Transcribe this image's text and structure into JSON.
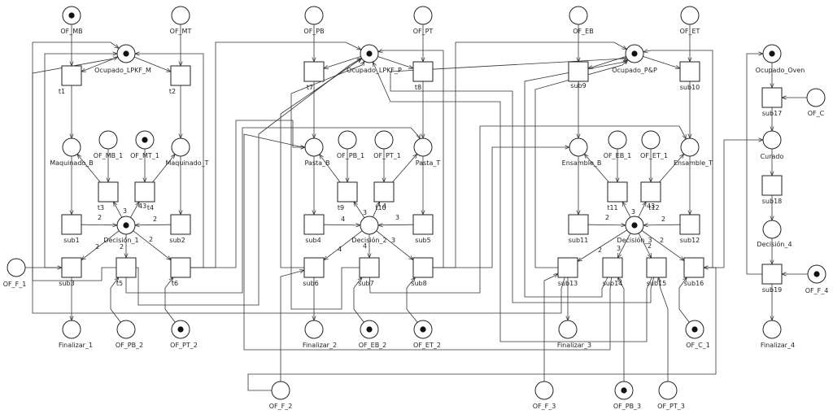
{
  "places": [
    {
      "id": "OF_MB",
      "label": "OF_MB",
      "tokens": 1
    },
    {
      "id": "OF_MT",
      "label": "OF_MT",
      "tokens": 0
    },
    {
      "id": "Ocupado_LPKF_M",
      "label": "Ocupado_LPKF_M",
      "tokens": 1
    },
    {
      "id": "Maquinado_B",
      "label": "Maquinado_B",
      "tokens": 0
    },
    {
      "id": "OF_MB_1",
      "label": "OF_MB_1",
      "tokens": 0
    },
    {
      "id": "OF_MT_1",
      "label": "OF_MT_1",
      "tokens": 1
    },
    {
      "id": "Maquinado_T",
      "label": "Maquinado_T",
      "tokens": 0
    },
    {
      "id": "Decision_1",
      "label": "Decisión_1",
      "tokens": 1
    },
    {
      "id": "OF_F_1",
      "label": "OF_F_1",
      "tokens": 0
    },
    {
      "id": "Finalizar_1",
      "label": "Finalizar_1",
      "tokens": 0
    },
    {
      "id": "OF_PB_2",
      "label": "OF_PB_2",
      "tokens": 0
    },
    {
      "id": "OF_PT_2",
      "label": "OF_PT_2",
      "tokens": 1
    },
    {
      "id": "OF_PB",
      "label": "OF_PB",
      "tokens": 0
    },
    {
      "id": "OF_PT",
      "label": "OF_PT",
      "tokens": 0
    },
    {
      "id": "Ocupado_LPKF_P",
      "label": "Ocupado_LPKF_P",
      "tokens": 1
    },
    {
      "id": "Pasta_B",
      "label": "Pasta_B",
      "tokens": 0
    },
    {
      "id": "OF_PB_1",
      "label": "OF_PB_1",
      "tokens": 0
    },
    {
      "id": "OF_PT_1",
      "label": "OF_PT_1",
      "tokens": 0
    },
    {
      "id": "Pasta_T",
      "label": "Pasta_T",
      "tokens": 0
    },
    {
      "id": "Decision_2",
      "label": "Decisión_2",
      "tokens": 0
    },
    {
      "id": "Finalizar_2",
      "label": "Finalizar_2",
      "tokens": 0
    },
    {
      "id": "OF_EB_2",
      "label": "OF_EB_2",
      "tokens": 1
    },
    {
      "id": "OF_ET_2",
      "label": "OF_ET_2",
      "tokens": 1
    },
    {
      "id": "OF_F_2",
      "label": "OF_F_2",
      "tokens": 0
    },
    {
      "id": "OF_EB",
      "label": "OF_EB",
      "tokens": 0
    },
    {
      "id": "OF_ET",
      "label": "OF_ET",
      "tokens": 0
    },
    {
      "id": "Ocupado_PP",
      "label": "Ocupado_P&P",
      "tokens": 1
    },
    {
      "id": "Ensamble_B",
      "label": "Ensamble_B",
      "tokens": 0
    },
    {
      "id": "OF_EB_1",
      "label": "OF_EB_1",
      "tokens": 0
    },
    {
      "id": "OF_ET_1",
      "label": "OF_ET_1",
      "tokens": 0
    },
    {
      "id": "Ensamble_T",
      "label": "Ensamble_T",
      "tokens": 0
    },
    {
      "id": "Decision_3",
      "label": "Decisión_3",
      "tokens": 1
    },
    {
      "id": "Finalizar_3",
      "label": "Finalizar_3",
      "tokens": 0
    },
    {
      "id": "OF_C_1",
      "label": "OF_C_1",
      "tokens": 1
    },
    {
      "id": "OF_F_3",
      "label": "OF_F_3",
      "tokens": 0
    },
    {
      "id": "OF_PB_3",
      "label": "OF_PB_3",
      "tokens": 1
    },
    {
      "id": "OF_PT_3",
      "label": "OF_PT_3",
      "tokens": 0
    },
    {
      "id": "Ocupado_Oven",
      "label": "Ocupado_Oven",
      "tokens": 1
    },
    {
      "id": "OF_C",
      "label": "OF_C",
      "tokens": 0
    },
    {
      "id": "Curado",
      "label": "Curado",
      "tokens": 0
    },
    {
      "id": "Decision_4",
      "label": "Decisión_4",
      "tokens": 0
    },
    {
      "id": "OF_F_4",
      "label": "OF_F_4",
      "tokens": 1
    },
    {
      "id": "Finalizar_4",
      "label": "Finalizar_4",
      "tokens": 0
    }
  ],
  "transitions": [
    {
      "id": "t1",
      "label": "t1"
    },
    {
      "id": "t2",
      "label": "t2"
    },
    {
      "id": "t3",
      "label": "t3"
    },
    {
      "id": "t4",
      "label": "t4"
    },
    {
      "id": "sub1",
      "label": "sub1"
    },
    {
      "id": "sub2",
      "label": "sub2"
    },
    {
      "id": "sub3",
      "label": "sub3"
    },
    {
      "id": "t5",
      "label": "t5"
    },
    {
      "id": "t6",
      "label": "t6"
    },
    {
      "id": "t7",
      "label": "t7"
    },
    {
      "id": "t8",
      "label": "t8"
    },
    {
      "id": "t9",
      "label": "t9"
    },
    {
      "id": "t10",
      "label": "t10"
    },
    {
      "id": "sub4",
      "label": "sub4"
    },
    {
      "id": "sub5",
      "label": "sub5"
    },
    {
      "id": "sub6",
      "label": "sub6"
    },
    {
      "id": "sub7",
      "label": "sub7"
    },
    {
      "id": "sub8",
      "label": "sub8"
    },
    {
      "id": "sub9",
      "label": "sub9"
    },
    {
      "id": "sub10",
      "label": "sub10"
    },
    {
      "id": "t11",
      "label": "t11"
    },
    {
      "id": "t12",
      "label": "t12"
    },
    {
      "id": "sub11",
      "label": "sub11"
    },
    {
      "id": "sub12",
      "label": "sub12"
    },
    {
      "id": "sub13",
      "label": "sub13"
    },
    {
      "id": "sub14",
      "label": "sub14"
    },
    {
      "id": "sub15",
      "label": "sub15"
    },
    {
      "id": "sub16",
      "label": "sub16"
    },
    {
      "id": "sub17",
      "label": "sub17"
    },
    {
      "id": "sub18",
      "label": "sub18"
    },
    {
      "id": "sub19",
      "label": "sub19"
    }
  ],
  "arc_weights": [
    {
      "id": "w_t3_dec1",
      "text": "3"
    },
    {
      "id": "w_t4_dec1",
      "text": "43"
    },
    {
      "id": "w_dec1_sub1",
      "text": "2"
    },
    {
      "id": "w_dec1_sub2",
      "text": "2"
    },
    {
      "id": "w_dec1_sub3",
      "text": "2"
    },
    {
      "id": "w_dec1_t5",
      "text": "2"
    },
    {
      "id": "w_dec1_t6",
      "text": "2"
    },
    {
      "id": "w_t9_dec2",
      "text": "3"
    },
    {
      "id": "w_t10_dec2",
      "text": "4"
    },
    {
      "id": "w_sub4_dec2",
      "text": "4"
    },
    {
      "id": "w_dec2_sub5",
      "text": "3"
    },
    {
      "id": "w_dec2_sub6",
      "text": "4"
    },
    {
      "id": "w_dec2_sub7",
      "text": "4"
    },
    {
      "id": "w_dec2_sub8",
      "text": "3"
    },
    {
      "id": "w_t11_dec3",
      "text": "3"
    },
    {
      "id": "w_t12_dec3",
      "text": "43"
    },
    {
      "id": "w_dec3_sub11",
      "text": "2"
    },
    {
      "id": "w_dec3_sub12",
      "text": "2"
    },
    {
      "id": "w_dec3_sub13",
      "text": "2"
    },
    {
      "id": "w_dec3_sub14",
      "text": "3"
    },
    {
      "id": "w_dec3_sub15",
      "text": "2"
    },
    {
      "id": "w_dec3_sub16",
      "text": "2"
    }
  ]
}
